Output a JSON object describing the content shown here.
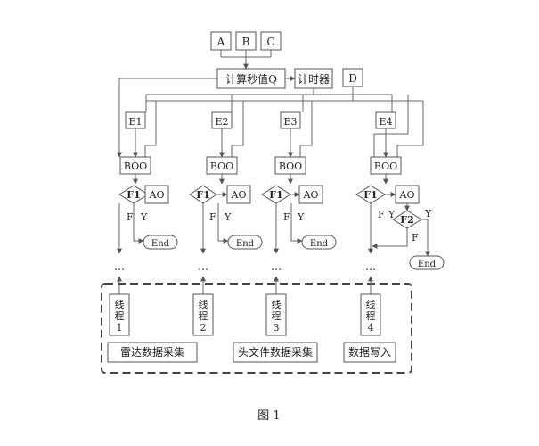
{
  "inputs": {
    "a": "A",
    "b": "B",
    "c": "C",
    "d": "D"
  },
  "calc": "计算秒值Q",
  "timer": "计时器",
  "branches": [
    {
      "event": "E1",
      "boo": "BOO",
      "ao": "AO",
      "cond": "F1",
      "yes": "Y",
      "no": "F",
      "end": "End",
      "more": "…"
    },
    {
      "event": "E2",
      "boo": "BOO",
      "ao": "AO",
      "cond": "F1",
      "yes": "Y",
      "no": "F",
      "end": "End",
      "more": "…"
    },
    {
      "event": "E3",
      "boo": "BOO",
      "ao": "AO",
      "cond": "F1",
      "yes": "Y",
      "no": "F",
      "end": "End",
      "more": "…"
    },
    {
      "event": "E4",
      "boo": "BOO",
      "ao": "AO",
      "cond": "F1",
      "yes": "Y",
      "no": "F",
      "end": "End",
      "more": "…",
      "cond2": "F2",
      "yes2": "Y",
      "no2": "F"
    }
  ],
  "threads": [
    {
      "c1": "线",
      "c2": "程",
      "num": "1"
    },
    {
      "c1": "线",
      "c2": "程",
      "num": "2"
    },
    {
      "c1": "线",
      "c2": "程",
      "num": "3"
    },
    {
      "c1": "线",
      "c2": "程",
      "num": "4"
    }
  ],
  "groups": [
    "雷达数据采集",
    "头文件数据采集",
    "数据写入"
  ],
  "caption": "图 1"
}
